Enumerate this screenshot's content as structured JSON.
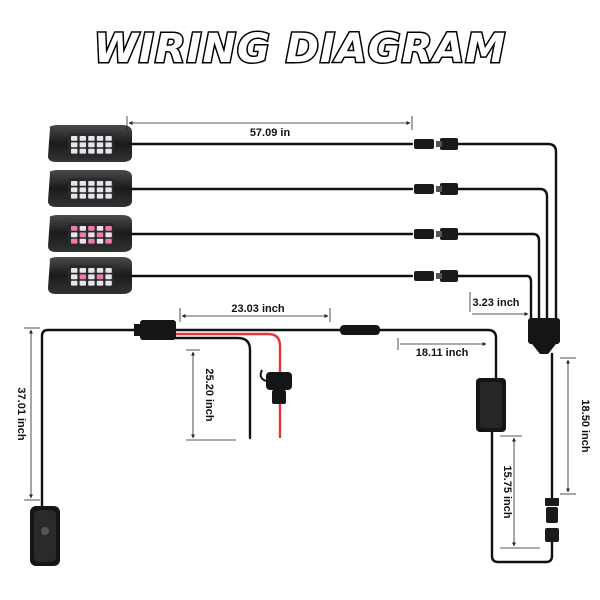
{
  "title": "WIRING DIAGRAM",
  "dimensions": {
    "pod_cable": "57.09 in",
    "branch": "3.23 inch",
    "power_lead": "23.03 inch",
    "ground_lead": "25.20 inch",
    "switch_cable": "37.01 inch",
    "controller_lead": "18.11 inch",
    "hub_cable": "18.50 inch",
    "controller_output": "15.75 inch"
  },
  "colors": {
    "wire": "#111111",
    "positive_wire": "#e5353a",
    "led_on": "#f07ab0",
    "led_off": "#e8e4ee"
  },
  "icons": [
    "led-pod-icon",
    "fuse-holder-icon",
    "rocker-switch-icon",
    "controller-box-icon",
    "connector-icon"
  ]
}
